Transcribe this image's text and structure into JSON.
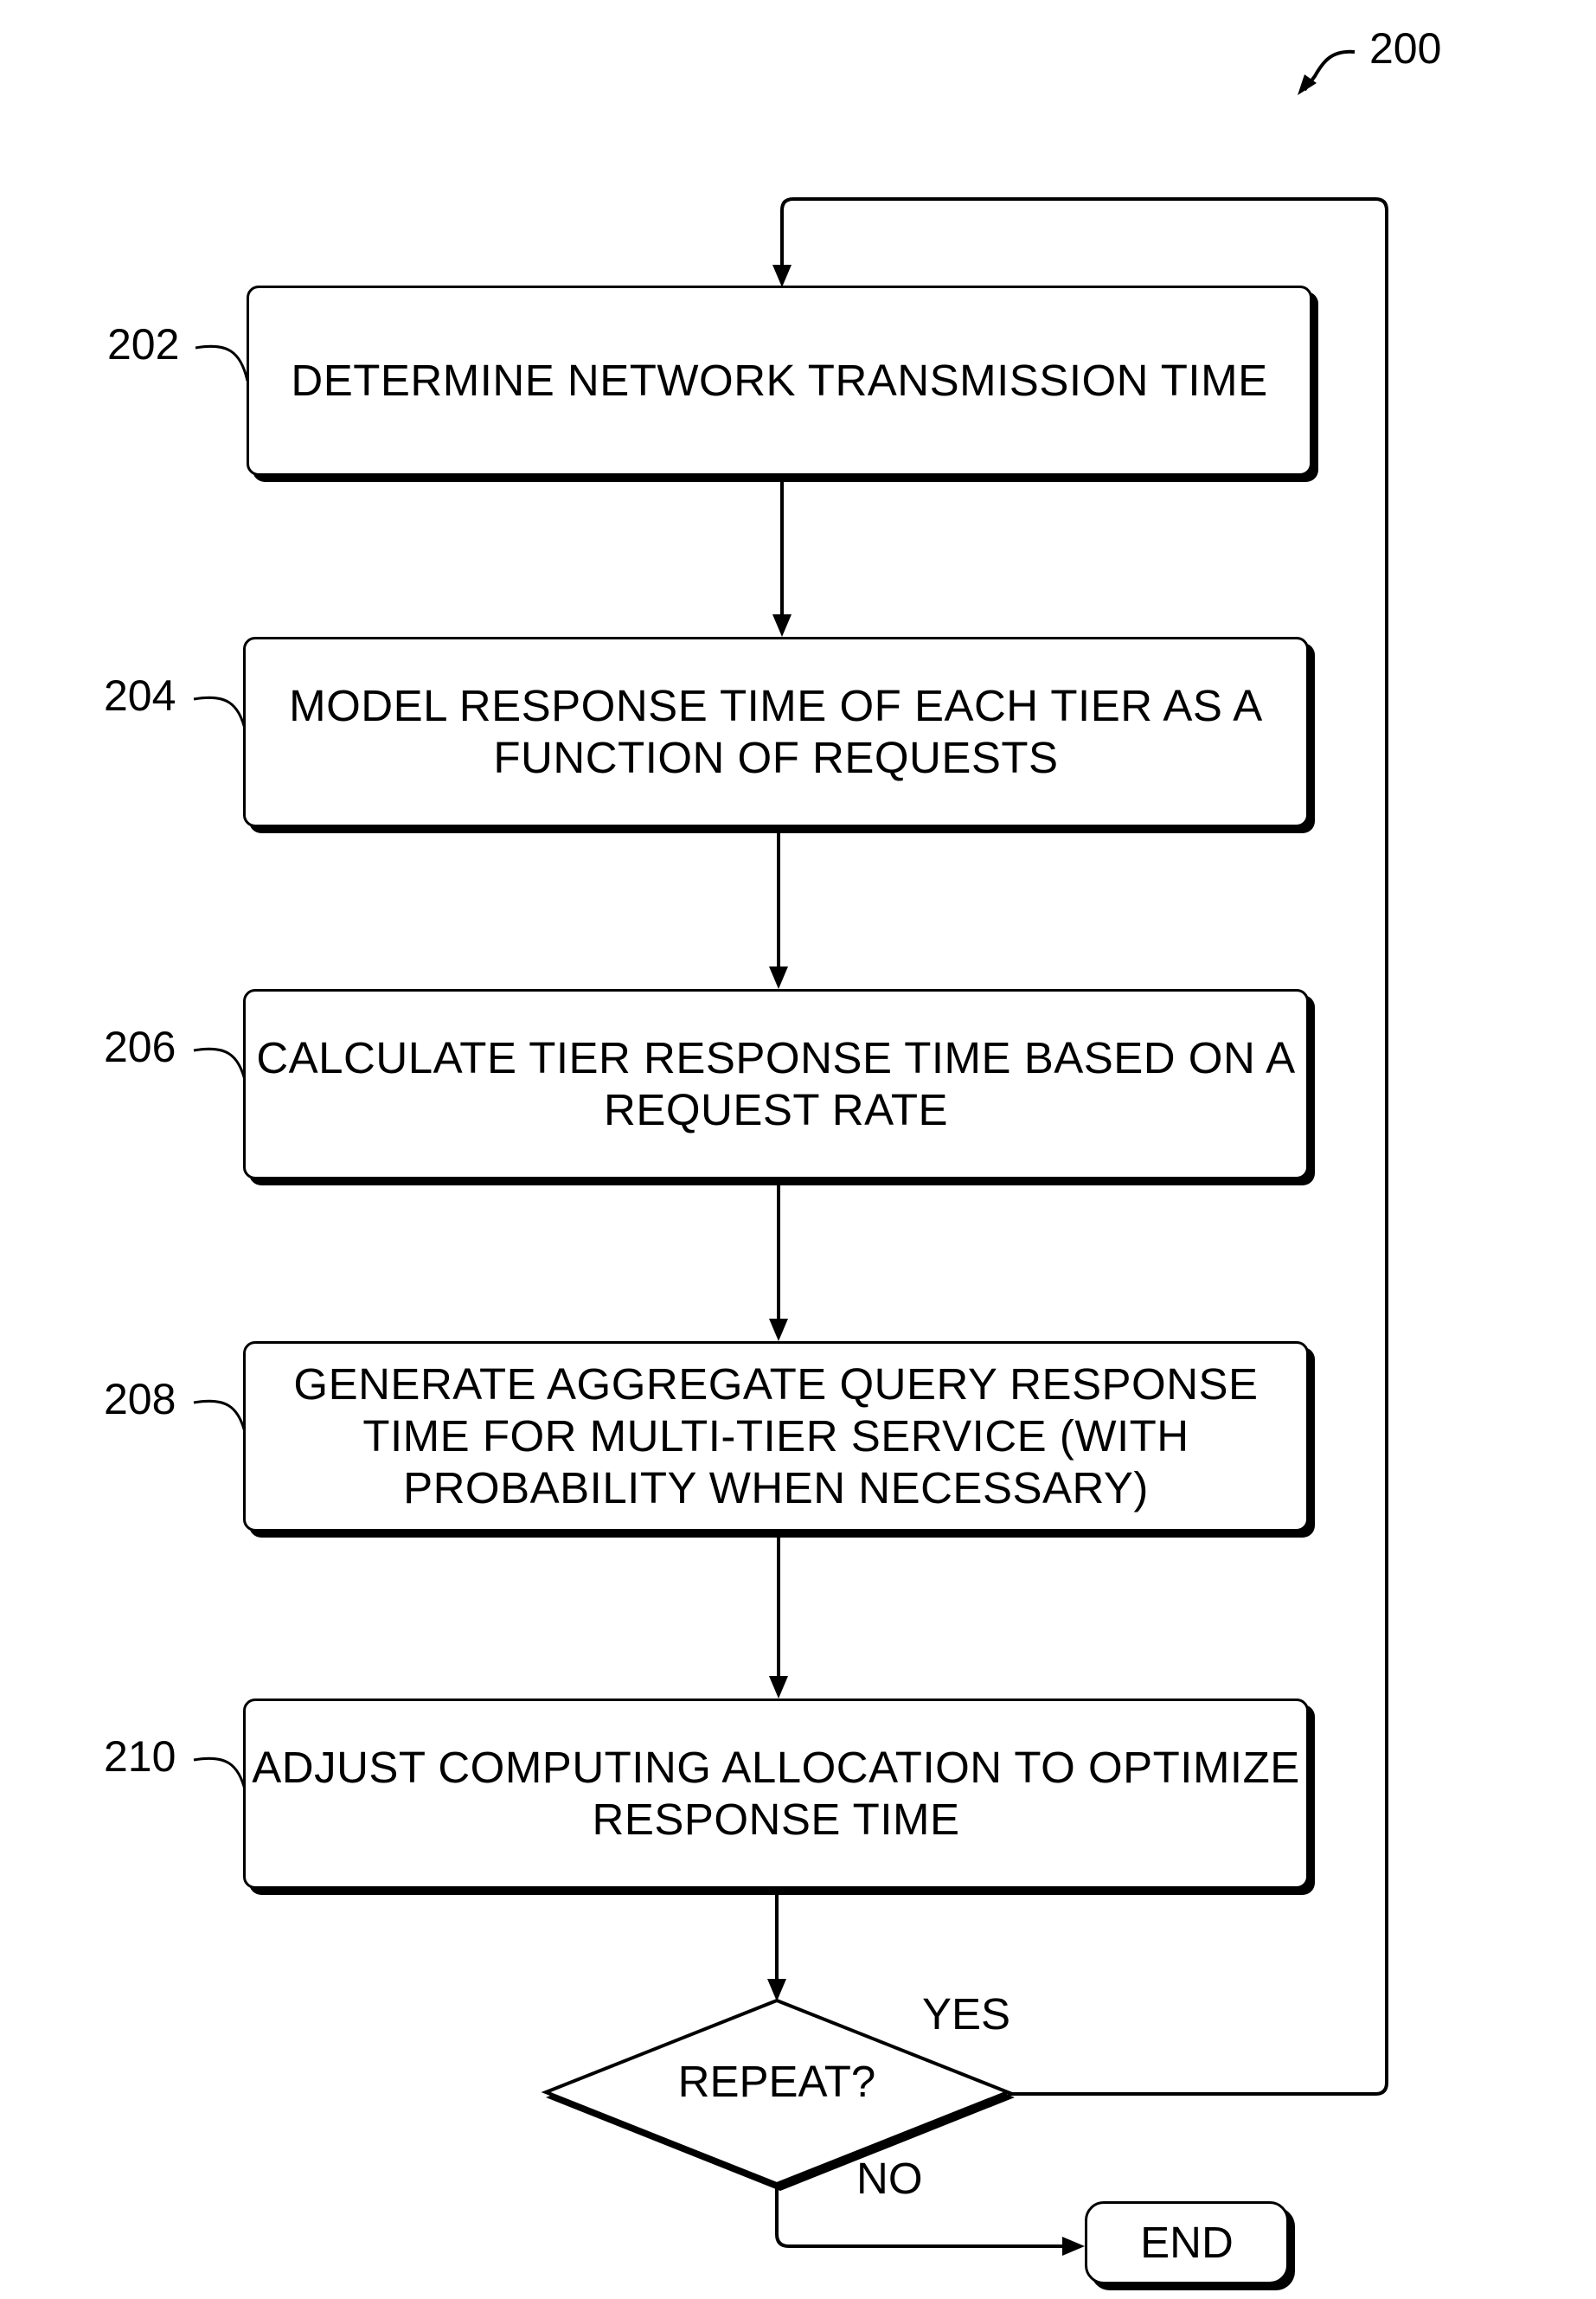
{
  "figure": {
    "number": "200"
  },
  "steps": [
    {
      "ref": "202",
      "text": "DETERMINE NETWORK TRANSMISSION TIME"
    },
    {
      "ref": "204",
      "text": "MODEL RESPONSE TIME OF EACH TIER AS A\nFUNCTION OF REQUESTS"
    },
    {
      "ref": "206",
      "text": "CALCULATE TIER RESPONSE TIME BASED ON A\nREQUEST RATE"
    },
    {
      "ref": "208",
      "text": "GENERATE AGGREGATE QUERY RESPONSE\nTIME FOR MULTI-TIER SERVICE (WITH\nPROBABILITY WHEN NECESSARY)"
    },
    {
      "ref": "210",
      "text": "ADJUST COMPUTING ALLOCATION TO OPTIMIZE\nRESPONSE TIME"
    }
  ],
  "decision": {
    "text": "REPEAT?",
    "yes_label": "YES",
    "no_label": "NO"
  },
  "terminal": {
    "text": "END"
  }
}
